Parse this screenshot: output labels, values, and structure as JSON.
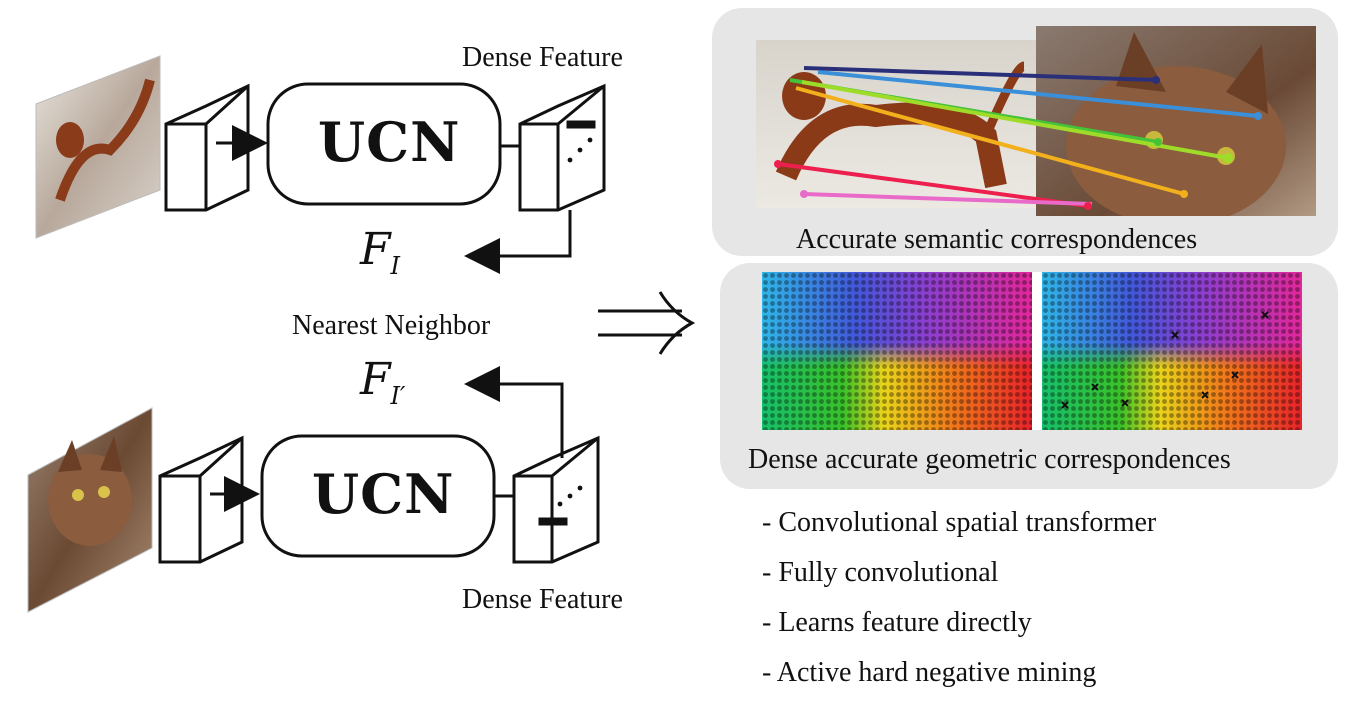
{
  "network": {
    "top_block_label": "UCN",
    "bottom_block_label": "UCN",
    "top_output_label": "Dense Feature",
    "bottom_output_label": "Dense Feature",
    "top_feature_symbol": "F",
    "top_feature_subscript": "I",
    "bottom_feature_symbol": "F",
    "bottom_feature_subscript": "I′",
    "matching_label": "Nearest Neighbor"
  },
  "results": {
    "semantic_caption": "Accurate semantic correspondences",
    "geometric_caption": "Dense accurate geometric correspondences"
  },
  "bullets": [
    "- Convolutional spatial transformer",
    "- Fully convolutional",
    "- Learns feature directly",
    "- Active hard negative mining"
  ],
  "colors": {
    "panel_bg": "#e6e6e6",
    "correspondence_lines": [
      "#2a2f7a",
      "#3a8fd8",
      "#44c23a",
      "#9fdc2a",
      "#f2b01c",
      "#ec1f4e",
      "#e86ac9"
    ]
  }
}
